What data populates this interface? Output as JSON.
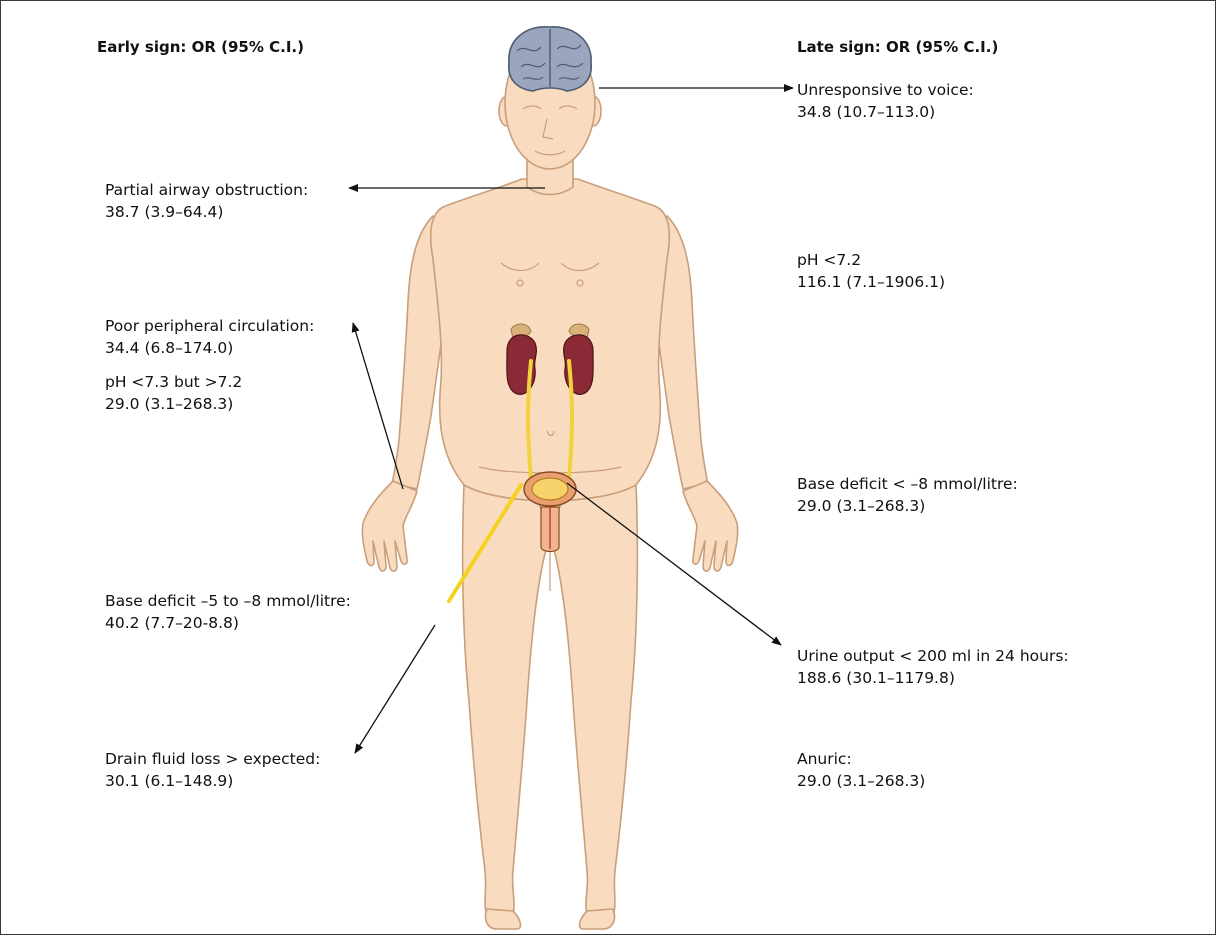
{
  "headers": {
    "early": "Early sign: OR (95% C.I.)",
    "late": "Late sign: OR (95% C.I.)"
  },
  "early_signs": [
    {
      "name": "Partial airway obstruction:",
      "value": "38.7 (3.9–64.4)"
    },
    {
      "name": "Poor peripheral circulation:",
      "value": "34.4 (6.8–174.0)"
    },
    {
      "name": "pH <7.3 but >7.2",
      "value": "29.0 (3.1–268.3)"
    },
    {
      "name": "Base deficit –5 to –8 mmol/litre:",
      "value": "40.2 (7.7–20-8.8)"
    },
    {
      "name": "Drain fluid loss > expected:",
      "value": "30.1 (6.1–148.9)"
    }
  ],
  "late_signs": [
    {
      "name": "Unresponsive to voice:",
      "value": "34.8 (10.7–113.0)"
    },
    {
      "name": "pH <7.2",
      "value": "116.1 (7.1–1906.1)"
    },
    {
      "name": "Base deficit < –8 mmol/litre:",
      "value": "29.0 (3.1–268.3)"
    },
    {
      "name": "Urine output < 200 ml in 24 hours:",
      "value": "188.6 (30.1–1179.8)"
    },
    {
      "name": "Anuric:",
      "value": "29.0 (3.1–268.3)"
    }
  ],
  "colors": {
    "skin": "#f9dcbf",
    "skin_outline": "#c99e7b",
    "brain": "#9aa6bd",
    "kidney": "#8a2a36",
    "ureter": "#f2d23c",
    "bladder": "#e9a070",
    "drain": "#f4d21f"
  }
}
